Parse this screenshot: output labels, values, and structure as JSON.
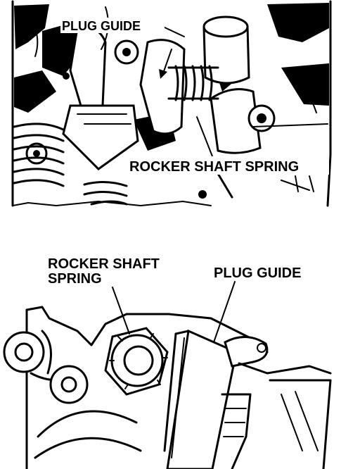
{
  "top_figure": {
    "label_plug_guide": "PLUG GUIDE",
    "label_rocker_shaft_spring": "ROCKER SHAFT SPRING"
  },
  "bottom_figure": {
    "label_rocker_shaft_spring_line1": "ROCKER SHAFT",
    "label_rocker_shaft_spring_line2": "SPRING",
    "label_plug_guide": "PLUG GUIDE"
  },
  "colors": {
    "ink": "#000000",
    "paper": "#ffffff"
  }
}
